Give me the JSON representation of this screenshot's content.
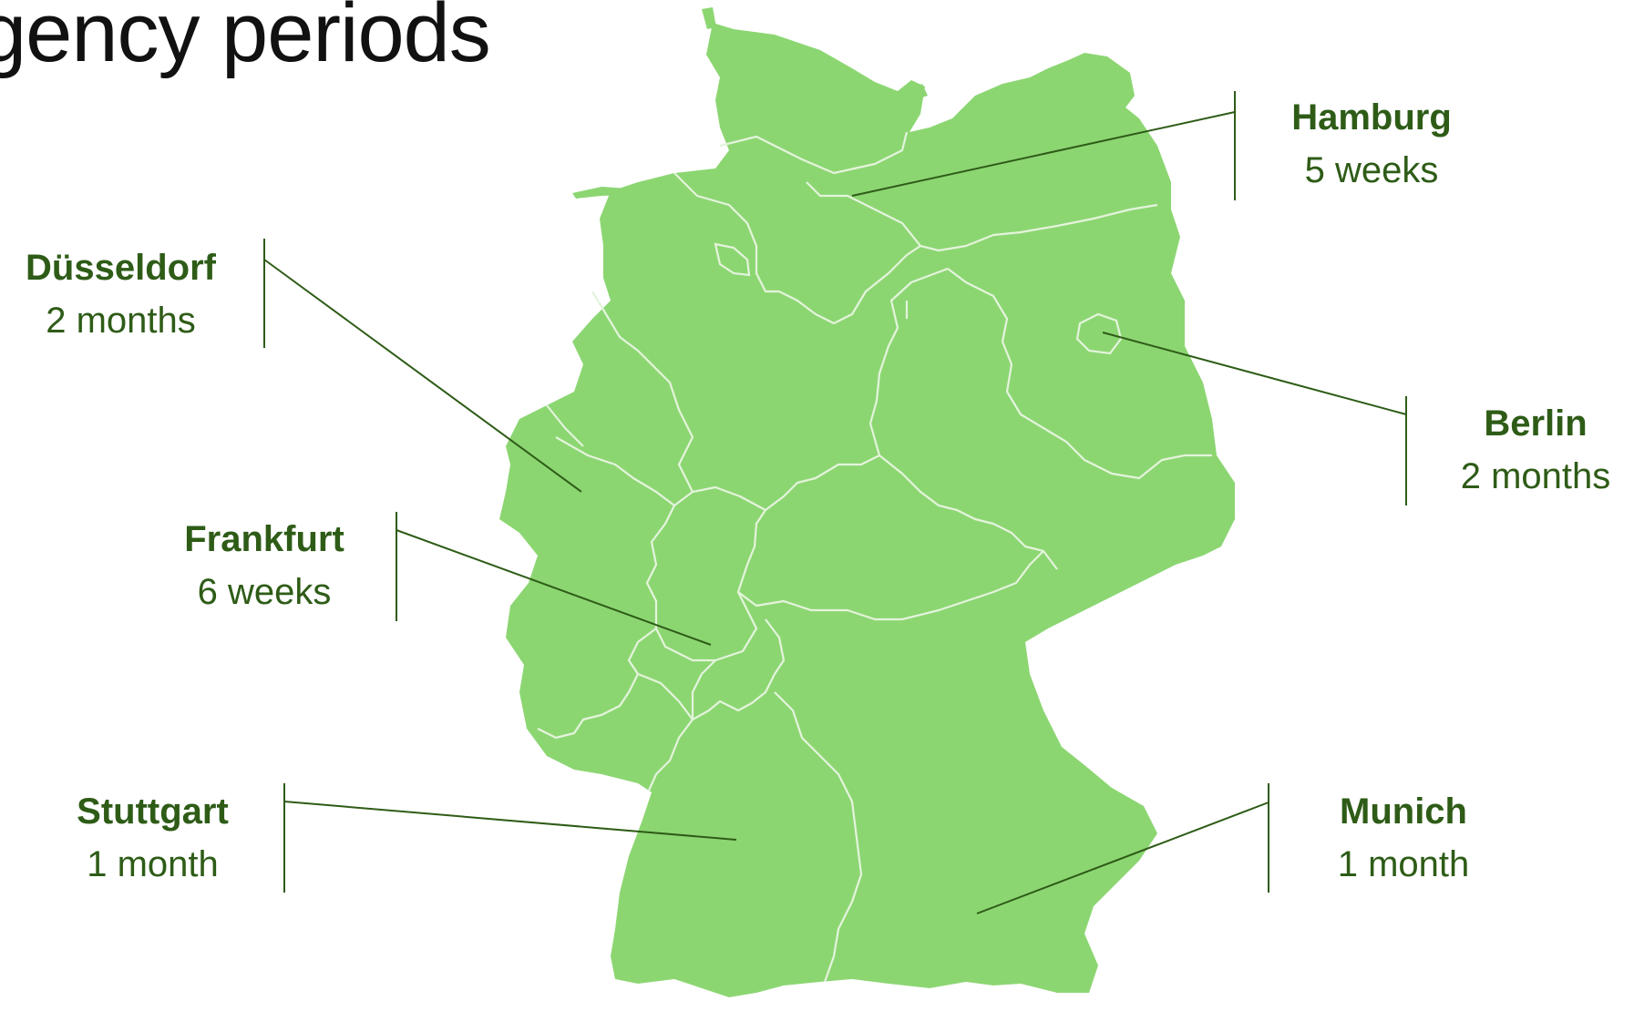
{
  "title": "gency periods",
  "colors": {
    "map_fill": "#8cd672",
    "border": "#e4f4dc",
    "leader_line": "#2e5c17",
    "label_text": "#2e5c17",
    "title_text": "#111111"
  },
  "callouts": {
    "hamburg": {
      "city": "Hamburg",
      "period": "5 weeks"
    },
    "duesseldorf": {
      "city": "Düsseldorf",
      "period": "2 months"
    },
    "berlin": {
      "city": "Berlin",
      "period": "2 months"
    },
    "frankfurt": {
      "city": "Frankfurt",
      "period": "6 weeks"
    },
    "stuttgart": {
      "city": "Stuttgart",
      "period": "1 month"
    },
    "munich": {
      "city": "Munich",
      "period": "1 month"
    }
  }
}
